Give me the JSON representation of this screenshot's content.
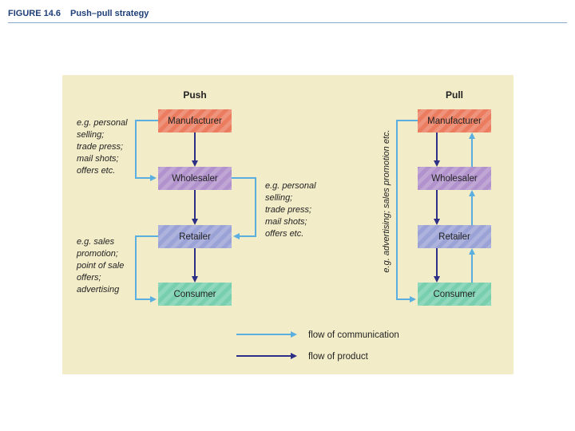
{
  "figure": {
    "label": "FIGURE 14.6",
    "title": "Push–pull strategy"
  },
  "push": {
    "heading": "Push",
    "boxes": [
      "Manufacturer",
      "Wholesaler",
      "Retailer",
      "Consumer"
    ],
    "note_left_top": [
      "e.g. personal",
      "selling;",
      "trade press;",
      "mail shots;",
      "offers etc."
    ],
    "note_left_bottom": [
      "e.g. sales",
      "promotion;",
      "point of sale",
      "offers;",
      "advertising"
    ],
    "note_right": [
      "e.g. personal",
      "selling;",
      "trade press;",
      "mail shots;",
      "offers etc."
    ]
  },
  "pull": {
    "heading": "Pull",
    "boxes": [
      "Manufacturer",
      "Wholesaler",
      "Retailer",
      "Consumer"
    ],
    "vertical_note": "e.g. advertising; sales promotion etc."
  },
  "legend": {
    "communication": "flow of communication",
    "product": "flow of product"
  },
  "colors": {
    "manufacturer": "#ec7c5f",
    "wholesaler": "#b192cc",
    "retailer": "#9ba2d6",
    "consumer": "#77cfae",
    "communication": "#5aaee0",
    "product": "#2d2f87",
    "panel": "#f2ecc9"
  }
}
